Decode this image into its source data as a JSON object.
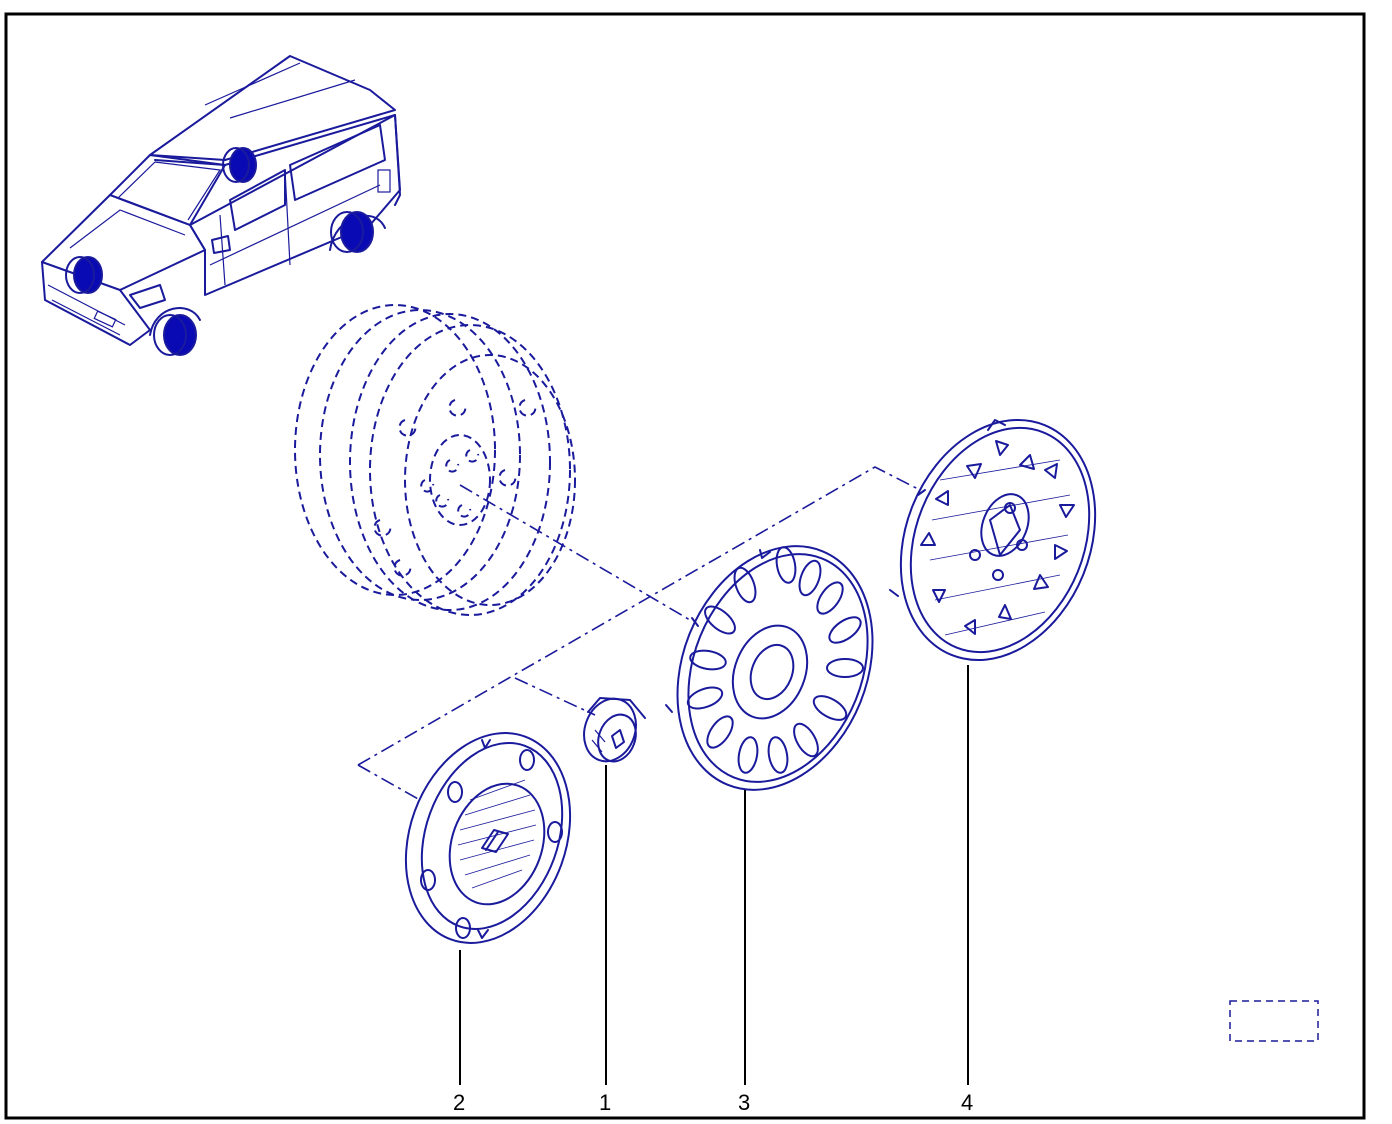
{
  "diagram": {
    "callouts": [
      {
        "id": "part-2",
        "label": "2"
      },
      {
        "id": "part-1",
        "label": "1"
      },
      {
        "id": "part-3",
        "label": "3"
      },
      {
        "id": "part-4",
        "label": "4"
      }
    ]
  },
  "colors": {
    "line": "#1a1a9c",
    "highlight": "#0a0ab4",
    "frame": "#000000"
  }
}
